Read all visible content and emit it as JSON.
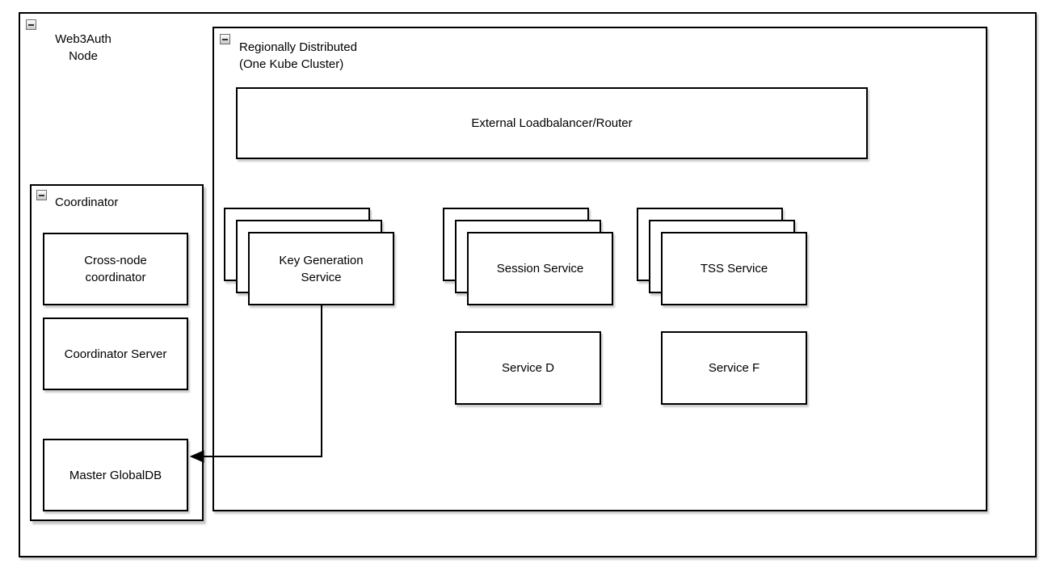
{
  "diagram": {
    "type": "architecture-diagram",
    "containers": {
      "web3auth": {
        "label": "Web3Auth\nNode",
        "collapse_icon": "minus"
      },
      "regional": {
        "label": "Regionally Distributed\n(One Kube Cluster)",
        "collapse_icon": "minus"
      },
      "coordinator": {
        "label": "Coordinator",
        "collapse_icon": "minus"
      }
    },
    "nodes": {
      "external_lb": {
        "label": "External Loadbalancer/Router"
      },
      "key_generation": {
        "label": "Key Generation Service",
        "replicas_shown": 3
      },
      "session_service": {
        "label": "Session Service",
        "replicas_shown": 3
      },
      "tss_service": {
        "label": "TSS Service",
        "replicas_shown": 3
      },
      "service_d": {
        "label": "Service D"
      },
      "service_f": {
        "label": "Service F"
      },
      "cross_node": {
        "label": "Cross-node coordinator"
      },
      "coordinator_server": {
        "label": "Coordinator Server"
      },
      "master_globaldb": {
        "label": "Master GlobalDB"
      }
    },
    "edges": [
      {
        "from": "Key Generation Service",
        "to": "Master GlobalDB",
        "style": "orthogonal",
        "arrowhead": "filled-triangle"
      }
    ],
    "colors": {
      "stroke": "#000000",
      "fill": "#ffffff",
      "background": "#ffffff",
      "shadow": "rgba(0,0,0,0.22)"
    }
  }
}
